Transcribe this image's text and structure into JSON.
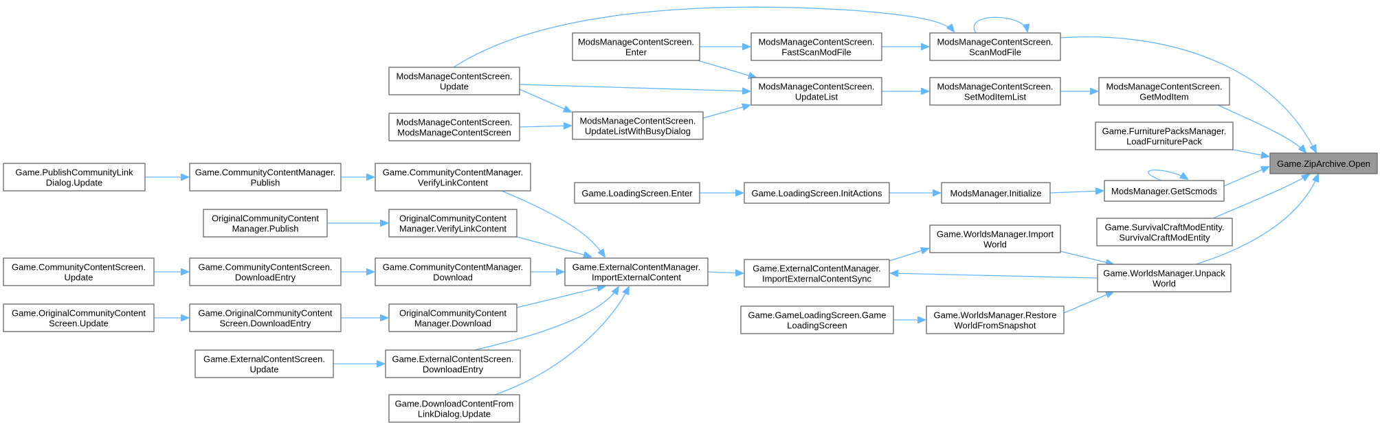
{
  "diagram": {
    "nodes": [
      {
        "id": "zip_open",
        "lines": [
          "Game.ZipArchive.Open"
        ],
        "selected": true
      },
      {
        "id": "scan_mod_file",
        "lines": [
          "ModsManageContentScreen.",
          "ScanModFile"
        ]
      },
      {
        "id": "get_mod_item",
        "lines": [
          "ModsManageContentScreen.",
          "GetModItem"
        ]
      },
      {
        "id": "load_furniture_pack",
        "lines": [
          "Game.FurniturePacksManager.",
          "LoadFurniturePack"
        ]
      },
      {
        "id": "get_scmods",
        "lines": [
          "ModsManager.GetScmods"
        ]
      },
      {
        "id": "survival_craft_mod_entity",
        "lines": [
          "Game.SurvivalCraftModEntity.",
          "SurvivalCraftModEntity"
        ]
      },
      {
        "id": "unpack_world",
        "lines": [
          "Game.WorldsManager.Unpack",
          "World"
        ]
      },
      {
        "id": "mmcs_enter",
        "lines": [
          "ModsManageContentScreen.",
          "Enter"
        ]
      },
      {
        "id": "fast_scan_mod_file",
        "lines": [
          "ModsManageContentScreen.",
          "FastScanModFile"
        ]
      },
      {
        "id": "mmcs_update",
        "lines": [
          "ModsManageContentScreen.",
          "Update"
        ]
      },
      {
        "id": "update_list",
        "lines": [
          "ModsManageContentScreen.",
          "UpdateList"
        ]
      },
      {
        "id": "set_mod_item_list",
        "lines": [
          "ModsManageContentScreen.",
          "SetModItemList"
        ]
      },
      {
        "id": "mmcs_ctor",
        "lines": [
          "ModsManageContentScreen.",
          "ModsManageContentScreen"
        ]
      },
      {
        "id": "update_list_busy",
        "lines": [
          "ModsManageContentScreen.",
          "UpdateListWithBusyDialog"
        ]
      },
      {
        "id": "loading_enter",
        "lines": [
          "Game.LoadingScreen.Enter"
        ]
      },
      {
        "id": "init_actions",
        "lines": [
          "Game.LoadingScreen.InitActions"
        ]
      },
      {
        "id": "mods_initialize",
        "lines": [
          "ModsManager.Initialize"
        ]
      },
      {
        "id": "import_world",
        "lines": [
          "Game.WorldsManager.Import",
          "World"
        ]
      },
      {
        "id": "import_external_sync",
        "lines": [
          "Game.ExternalContentManager.",
          "ImportExternalContentSync"
        ]
      },
      {
        "id": "game_loading_screen",
        "lines": [
          "Game.GameLoadingScreen.Game",
          "LoadingScreen"
        ]
      },
      {
        "id": "restore_world",
        "lines": [
          "Game.WorldsManager.Restore",
          "WorldFromSnapshot"
        ]
      },
      {
        "id": "import_external",
        "lines": [
          "Game.ExternalContentManager.",
          "ImportExternalContent"
        ]
      },
      {
        "id": "publish_link_dialog",
        "lines": [
          "Game.PublishCommunityLink",
          "Dialog.Update"
        ]
      },
      {
        "id": "ccm_publish",
        "lines": [
          "Game.CommunityContentManager.",
          "Publish"
        ]
      },
      {
        "id": "ccm_verify_link",
        "lines": [
          "Game.CommunityContentManager.",
          "VerifyLinkContent"
        ]
      },
      {
        "id": "occm_publish",
        "lines": [
          "OriginalCommunityContent",
          "Manager.Publish"
        ]
      },
      {
        "id": "occm_verify_link",
        "lines": [
          "OriginalCommunityContent",
          "Manager.VerifyLinkContent"
        ]
      },
      {
        "id": "ccs_update",
        "lines": [
          "Game.CommunityContentScreen.",
          "Update"
        ]
      },
      {
        "id": "ccs_download_entry",
        "lines": [
          "Game.CommunityContentScreen.",
          "DownloadEntry"
        ]
      },
      {
        "id": "ccm_download",
        "lines": [
          "Game.CommunityContentManager.",
          "Download"
        ]
      },
      {
        "id": "occs_update",
        "lines": [
          "Game.OriginalCommunityContent",
          "Screen.Update"
        ]
      },
      {
        "id": "occs_download_entry",
        "lines": [
          "Game.OriginalCommunityContent",
          "Screen.DownloadEntry"
        ]
      },
      {
        "id": "occm_download",
        "lines": [
          "OriginalCommunityContent",
          "Manager.Download"
        ]
      },
      {
        "id": "ecs_update",
        "lines": [
          "Game.ExternalContentScreen.",
          "Update"
        ]
      },
      {
        "id": "ecs_download_entry",
        "lines": [
          "Game.ExternalContentScreen.",
          "DownloadEntry"
        ]
      },
      {
        "id": "download_from_link",
        "lines": [
          "Game.DownloadContentFrom",
          "LinkDialog.Update"
        ]
      }
    ]
  }
}
